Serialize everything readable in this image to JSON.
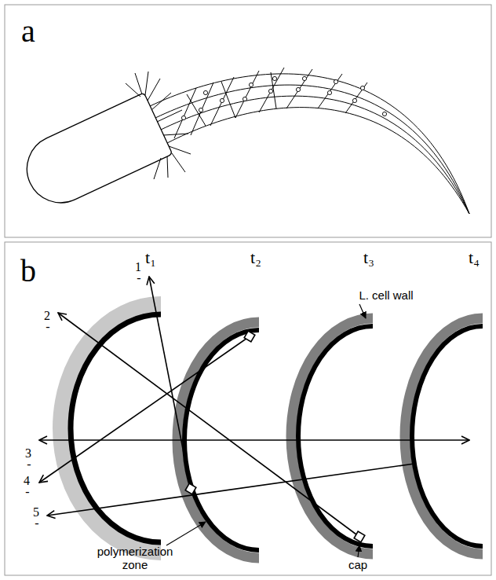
{
  "diagram": {
    "labels": [
      "a",
      "b",
      "t₁",
      "t₂",
      "t₃",
      "t₄",
      "1",
      "-",
      "2",
      "-",
      "3",
      "-",
      "4",
      "-",
      "5",
      "-",
      "L. cell wall",
      "polymerization zone",
      "cap"
    ]
  }
}
